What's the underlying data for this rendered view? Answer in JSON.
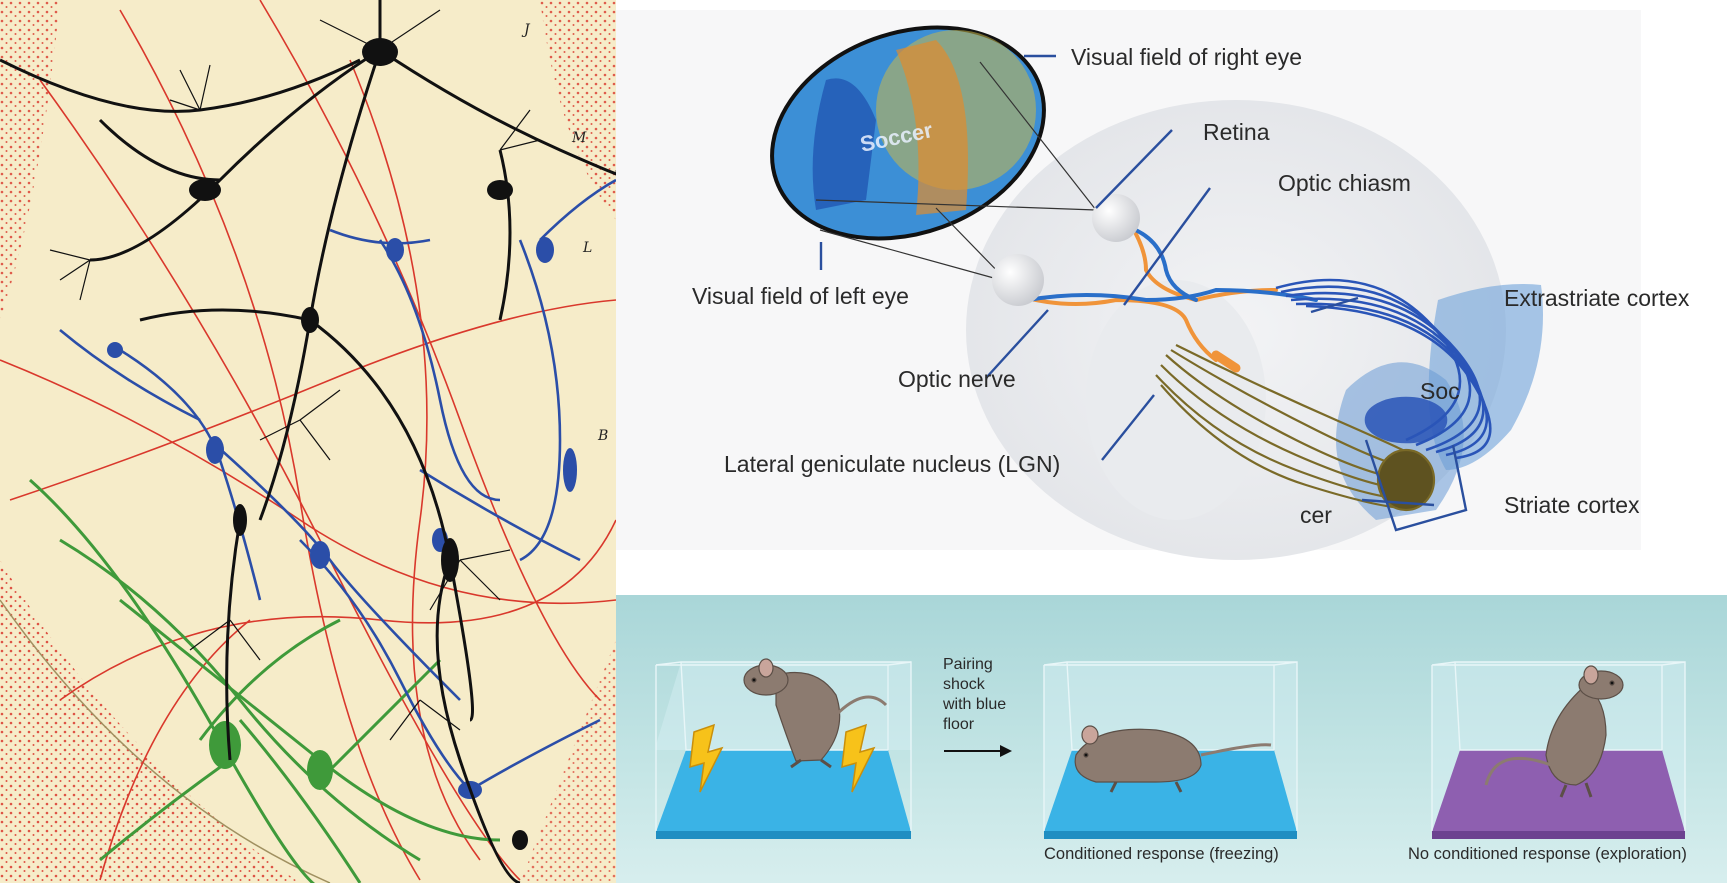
{
  "neuron_panel": {
    "letters": [
      "J",
      "M",
      "L",
      "B"
    ]
  },
  "visual_panel": {
    "field_text": "Soccer",
    "labels": {
      "right_field": "Visual field of right eye",
      "retina": "Retina",
      "chiasm": "Optic chiasm",
      "left_field": "Visual field of left eye",
      "extrastriate": "Extrastriate cortex",
      "soc": "Soc",
      "optic_nerve": "Optic nerve",
      "lgn": "Lateral geniculate nucleus (LGN)",
      "cer": "cer",
      "striate": "Striate cortex"
    },
    "colors": {
      "left_pathway": "#f0943a",
      "right_pathway": "#2a6fc9",
      "lgn_fibers": "#7a6a28"
    }
  },
  "fear_panel": {
    "arrow_text": [
      "Pairing",
      "shock",
      "with blue",
      "floor"
    ],
    "caption_mid": "Conditioned response (freezing)",
    "caption_right": "No conditioned response (exploration)",
    "colors": {
      "blue_floor": "#3ab3e6",
      "purple_floor": "#8e5fb0"
    }
  }
}
